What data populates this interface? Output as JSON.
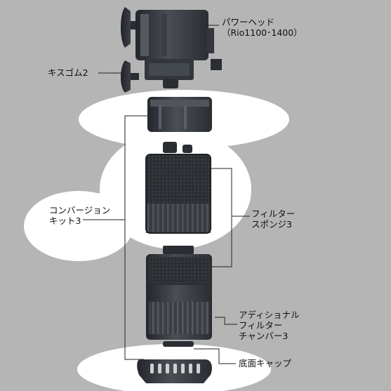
{
  "labels": {
    "power_head": [
      "パワーヘッド",
      "（Rio1100･1400）"
    ],
    "suction_cup": [
      "キスゴム2"
    ],
    "conversion_kit": [
      "コンバージョン",
      "キット3"
    ],
    "filter_sponge": [
      "フィルター",
      "スポンジ3"
    ],
    "additional_chamber": [
      "アディショナル",
      "フィルター",
      "チャンバー3"
    ],
    "bottom_cap": [
      "底面キャップ"
    ]
  },
  "colors": {
    "background": "#b5b5b5",
    "highlight": "#ffffff",
    "part_dark": "#2e3136",
    "part_mid": "#474b52",
    "line": "#222222"
  }
}
